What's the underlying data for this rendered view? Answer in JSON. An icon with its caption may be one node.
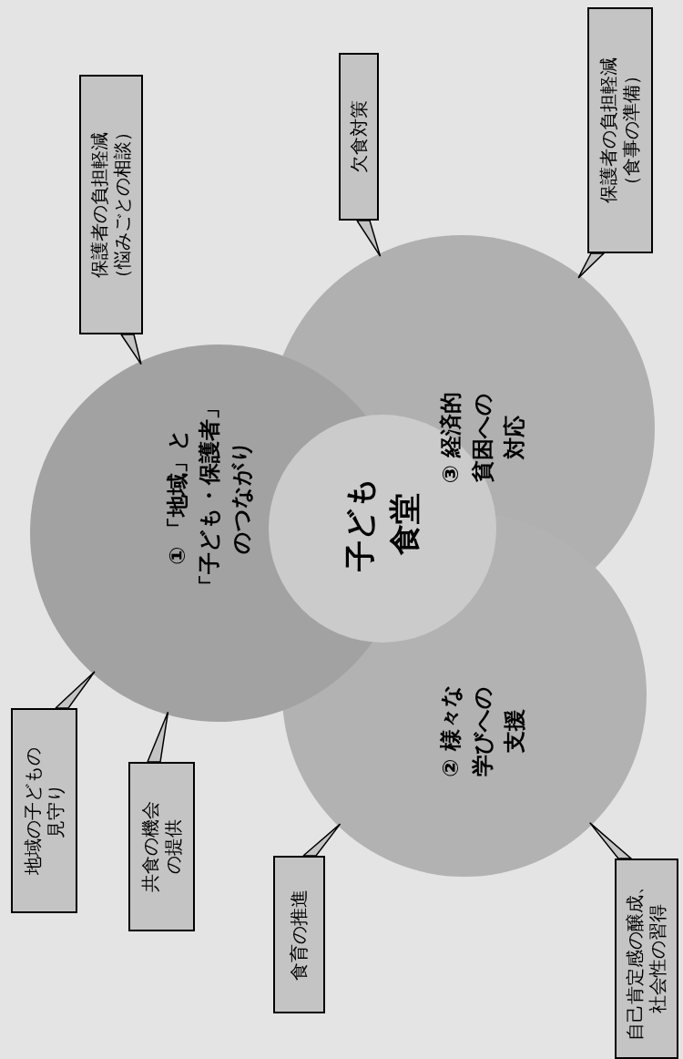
{
  "diagram": {
    "nodes": [
      {
        "text": [
          "① 「地域」と「子ども・保護者」のつながり"
        ]
      },
      {
        "text": [
          "③ 経済的貧困への対応"
        ]
      },
      {
        "text": [
          "② 様々な学びへの支援"
        ]
      },
      {
        "text": [
          "子ども食堂"
        ]
      },
      {
        "text": [
          "地域の子どもの見守り"
        ]
      },
      {
        "text": [
          "保護者の負担軽減（悩みごとの相談）"
        ]
      },
      {
        "text": [
          "欠食対策"
        ]
      },
      {
        "text": [
          "保護者の負担軽減（食事の準備）"
        ]
      },
      {
        "text": [
          "共食の機会の提供"
        ]
      },
      {
        "text": [
          "食育の推進"
        ]
      },
      {
        "text": [
          "自己肯定感の醸成、社会性の習得"
        ]
      }
    ],
    "edges": [
      {
        "from": 4,
        "to": 0,
        "arrow": "to"
      },
      {
        "from": 5,
        "to": 0,
        "arrow": "to"
      },
      {
        "from": 6,
        "to": 1,
        "arrow": "to"
      },
      {
        "from": 7,
        "to": 1,
        "arrow": "to"
      },
      {
        "from": 8,
        "to": 0,
        "arrow": "to"
      },
      {
        "from": 9,
        "to": 2,
        "arrow": "to"
      },
      {
        "from": 10,
        "to": 2,
        "arrow": "to"
      }
    ]
  }
}
